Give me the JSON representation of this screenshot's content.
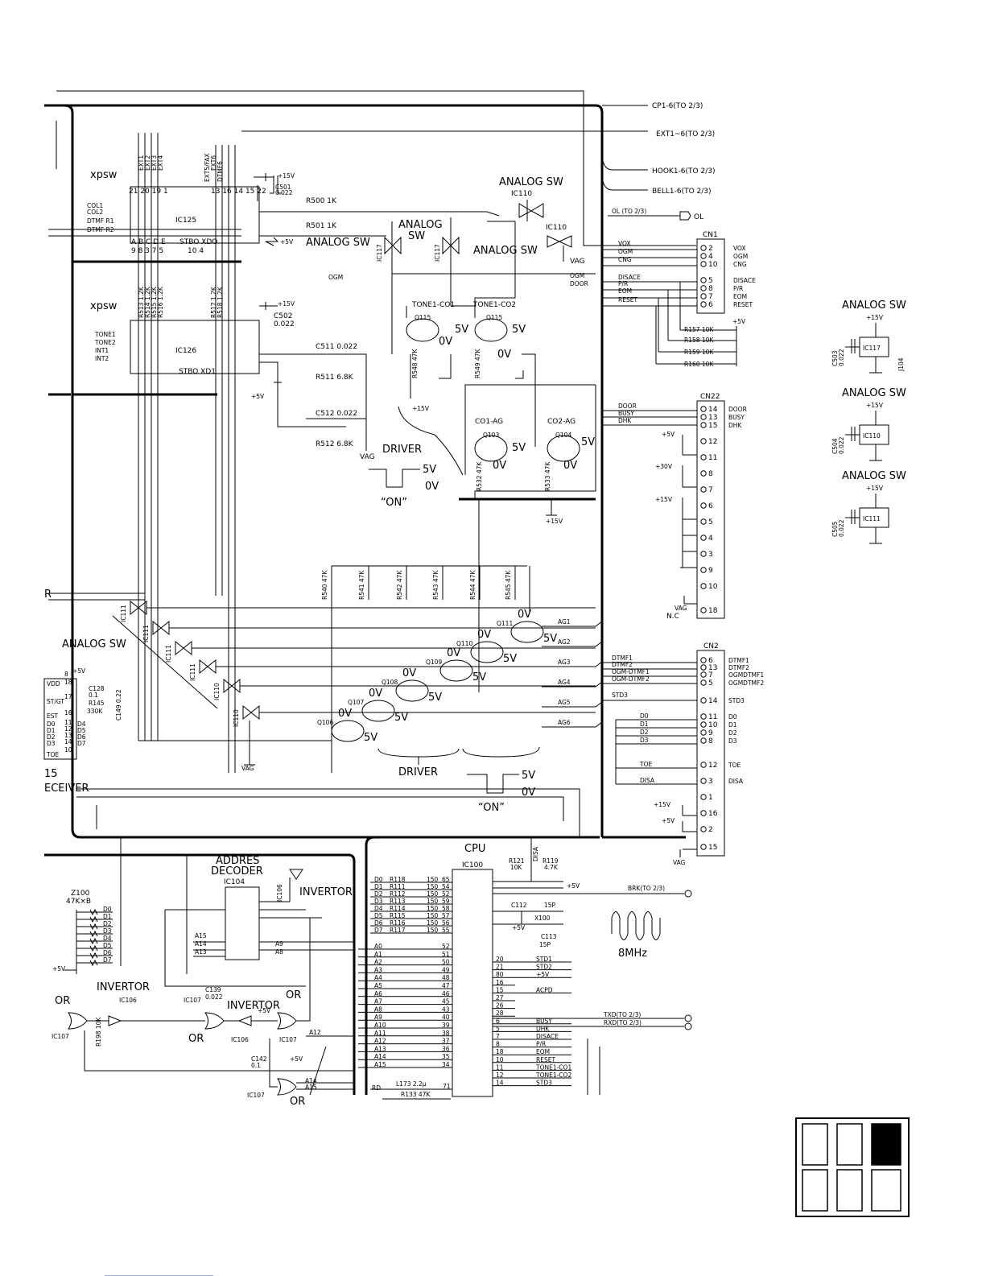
{
  "buses": {
    "cp": "CP1-6(TO 2/3)",
    "ext": "EXT1~6(TO 2/3)",
    "hook": "HOOK1-6(TO 2/3)",
    "bell": "BELL1-6(TO 2/3)",
    "ol_to": "OL (TO 2/3)",
    "ol": "OL",
    "brk": "BRK(TO 2/3)",
    "txd": "TXD(TO 2/3)",
    "rxd": "RXD(TO 2/3)"
  },
  "xpsw_top": {
    "label": "xpsw",
    "ic": "IC125",
    "pins_in": [
      "COL1",
      "COL2",
      "DTMF R1",
      "DTMF R2"
    ],
    "col_labels": [
      "EXT1",
      "EXT2",
      "EXT3",
      "EXT4",
      "EXT5/FAX",
      "EXT6",
      "DTMF6"
    ],
    "pin_nums": "21 20 19 1",
    "pin_nums_r": "13 16 14 15 22",
    "bottom_pins": "A B C D E",
    "bottom_nums": "9 8 3 7 5",
    "stb": "STBO XDO",
    "stb_nums": "10 4"
  },
  "xpsw_bottom": {
    "label": "xpsw",
    "ic": "IC126",
    "pins_in": [
      "TONE1",
      "TONE2",
      "INT1",
      "INT2"
    ],
    "resistors": [
      "R513 1.2K",
      "R514 1.2K",
      "R515 1.2K",
      "R516 1.2K",
      "R517 1.2K",
      "R518 1.2K"
    ],
    "stb": "STBO XD1"
  },
  "caps_top": {
    "c501": "C501",
    "c501v": "0.022",
    "c502": "C502",
    "c502v": "0.022",
    "p15": "+15V",
    "p5": "+5V"
  },
  "res_top": {
    "r500": "R500 1K",
    "r501": "R501 1K"
  },
  "analog_sw": {
    "a1": "ANALOG SW",
    "a2": "ANALOG SW",
    "a3": "ANALOG\nSW",
    "a4": "ANALOG SW",
    "ic110": "IC110",
    "ic117": "IC117"
  },
  "ogm": "OGM",
  "tone": {
    "t1": "TONE1-CO1",
    "t2": "TONE1-CO2",
    "q115a": "Q115",
    "q115b": "Q115",
    "v5": "5V",
    "v0": "0V",
    "r548": "R548 47K",
    "r549": "R549 47K",
    "p15": "+15V"
  },
  "cap511": {
    "c": "C511 0.022",
    "r": "R511 6.8K"
  },
  "cap512": {
    "c": "C512 0.022",
    "r": "R512 6.8K",
    "vag": "VAG"
  },
  "driver1": {
    "label": "DRIVER",
    "v5": "5V",
    "v0": "0V",
    "on": "“ON”"
  },
  "co": {
    "co1": "CO1-AG",
    "co2": "CO2-AG",
    "q103": "Q103",
    "q104": "Q104",
    "r532": "R532 47K",
    "r533": "R533 47K",
    "v5": "5V",
    "v0": "0V",
    "p15": "+15V"
  },
  "cn1": {
    "name": "CN1",
    "pins": [
      {
        "n": "2",
        "sig": "VOX"
      },
      {
        "n": "4",
        "sig": "OGM"
      },
      {
        "n": "10",
        "sig": "CNG"
      },
      {
        "n": "5",
        "sig": "DISACE"
      },
      {
        "n": "8",
        "sig": "P/R"
      },
      {
        "n": "7",
        "sig": "EOM"
      },
      {
        "n": "6",
        "sig": "RESET"
      }
    ],
    "lines": [
      "VOX",
      "OGM",
      "CNG",
      "OGM",
      "DOOR",
      "DISACE",
      "P/R",
      "EOM",
      "RESET"
    ],
    "res": [
      "R157 10K",
      "R158 10K",
      "R159 10K",
      "R160 10K"
    ],
    "p5": "+5V"
  },
  "cn22": {
    "name": "CN22",
    "pins": [
      {
        "n": "14",
        "sig": "DOOR"
      },
      {
        "n": "13",
        "sig": "BUSY"
      },
      {
        "n": "15",
        "sig": "DHK"
      },
      {
        "n": "12",
        "sig": ""
      },
      {
        "n": "11",
        "sig": ""
      },
      {
        "n": "8",
        "sig": ""
      },
      {
        "n": "7",
        "sig": ""
      },
      {
        "n": "6",
        "sig": ""
      },
      {
        "n": "5",
        "sig": ""
      },
      {
        "n": "4",
        "sig": ""
      },
      {
        "n": "3",
        "sig": ""
      },
      {
        "n": "9",
        "sig": ""
      },
      {
        "n": "10",
        "sig": ""
      },
      {
        "n": "18",
        "sig": ""
      }
    ],
    "lines": [
      "DOOR",
      "BUSY",
      "DHK"
    ],
    "p5": "+5V",
    "p30": "+30V",
    "p15": "+15V",
    "vag": "VAG",
    "nc": "N.C"
  },
  "cn2": {
    "name": "CN2",
    "pins": [
      {
        "n": "6",
        "sig": "DTMF1"
      },
      {
        "n": "13",
        "sig": "DTMF2"
      },
      {
        "n": "7",
        "sig": "OGMDTMF1"
      },
      {
        "n": "5",
        "sig": "OGMDTMF2"
      },
      {
        "n": "14",
        "sig": "STD3"
      },
      {
        "n": "11",
        "sig": "D0"
      },
      {
        "n": "10",
        "sig": "D1"
      },
      {
        "n": "9",
        "sig": "D2"
      },
      {
        "n": "8",
        "sig": "D3"
      },
      {
        "n": "12",
        "sig": "TOE"
      },
      {
        "n": "3",
        "sig": "DISA"
      },
      {
        "n": "1",
        "sig": ""
      },
      {
        "n": "16",
        "sig": ""
      },
      {
        "n": "2",
        "sig": ""
      },
      {
        "n": "15",
        "sig": ""
      }
    ],
    "lines": [
      "DTMF1",
      "DTMF2",
      "OGM-DTMF1",
      "OGM-DTMF2",
      "STD3",
      "D0",
      "D1",
      "D2",
      "D3",
      "TOE",
      "DISA"
    ],
    "p15": "+15V",
    "p5": "+5V",
    "vag": "VAG"
  },
  "side_sw": [
    {
      "title": "ANALOG SW",
      "ic": "IC117",
      "c": "C503",
      "cv": "0.022",
      "p15": "+15V",
      "extra": "J104"
    },
    {
      "title": "ANALOG SW",
      "ic": "IC110",
      "c": "C504",
      "cv": "0.022",
      "p15": "+15V",
      "extra": ""
    },
    {
      "title": "ANALOG SW",
      "ic": "IC111",
      "c": "C505",
      "cv": "0.022",
      "p15": "+15V",
      "extra": ""
    }
  ],
  "drivers2": {
    "res": [
      "R540 47K",
      "R541 47K",
      "R542 47K",
      "R543 47K",
      "R544 47K",
      "R545 47K"
    ],
    "q": [
      "Q106",
      "Q107",
      "Q108",
      "Q109",
      "Q110",
      "Q111"
    ],
    "ag": [
      "AG1",
      "AG2",
      "AG3",
      "AG4",
      "AG5",
      "AG6"
    ],
    "label": "DRIVER",
    "v5": "5V",
    "v0": "0V",
    "on": "“ON”"
  },
  "left_sw": {
    "label": "ANALOG SW",
    "ics": [
      "IC111",
      "IC111",
      "IC111",
      "IC111",
      "IC110",
      "IC110"
    ],
    "vag": "VAG",
    "r": "R"
  },
  "receiver": {
    "pins": [
      "8",
      "18",
      "17",
      "16",
      "11",
      "12",
      "13",
      "14",
      "10"
    ],
    "sigs": [
      "VDD",
      "ST/GT",
      "EST",
      "D0",
      "D1",
      "D2",
      "D3",
      "TOE"
    ],
    "c128": "C128",
    "c128v": "0.1",
    "r145": "R145",
    "r145v": "330K",
    "c149": "C149 0.22",
    "p5": "+5V",
    "d": [
      "D4",
      "D5",
      "D6",
      "D7"
    ],
    "num": "15",
    "label": "ECEIVER"
  },
  "decoder": {
    "title1": "ADDRES",
    "title2": "DECODER",
    "ic": "IC104",
    "a": [
      "A15",
      "A14",
      "A13"
    ],
    "out": [
      "A9",
      "A8"
    ],
    "inv": "INVERTOR",
    "ic106": "IC106"
  },
  "z100": {
    "label": "Z100",
    "val": "47K×B",
    "d": [
      "D0",
      "D1",
      "D2",
      "D3",
      "D4",
      "D5",
      "D6",
      "D7"
    ],
    "p5": "+5V"
  },
  "logic": {
    "or1": "OR",
    "inv1": "INVERTOR",
    "ic106a": "IC106",
    "ic107a": "IC107",
    "r198": "R198 10K",
    "ic107b": "IC107",
    "or2": "OR",
    "inv2": "INVERTOR",
    "ic106b": "IC106",
    "ic107c": "IC107",
    "or3": "OR",
    "c139": "C139",
    "c139v": "0.022",
    "c142": "C142",
    "c142v": "0.1",
    "p5": "+5V",
    "a12": "A12",
    "a14": "A14",
    "a15": "A15",
    "or4": "OR"
  },
  "cpu": {
    "title": "CPU",
    "ic": "IC100",
    "r121": "R121",
    "r121v": "10K",
    "r119": "R119",
    "r119v": "4.7K",
    "disa": "DISA",
    "p5": "+5V",
    "c112": "C112",
    "c112v": "15P",
    "x100": "X100",
    "c113": "C113",
    "c113v": "15P",
    "freq": "8MHz",
    "dlines": [
      {
        "d": "D0",
        "r": "R118",
        "v": "150",
        "p": "65"
      },
      {
        "d": "D1",
        "r": "R111",
        "v": "150",
        "p": "54"
      },
      {
        "d": "D2",
        "r": "R112",
        "v": "150",
        "p": "52"
      },
      {
        "d": "D3",
        "r": "R113",
        "v": "150",
        "p": "59"
      },
      {
        "d": "D4",
        "r": "R114",
        "v": "150",
        "p": "58"
      },
      {
        "d": "D5",
        "r": "R115",
        "v": "150",
        "p": "57"
      },
      {
        "d": "D6",
        "r": "R116",
        "v": "150",
        "p": "56"
      },
      {
        "d": "D7",
        "r": "R117",
        "v": "150",
        "p": "55"
      }
    ],
    "alines": [
      {
        "a": "A0",
        "p": "52"
      },
      {
        "a": "A1",
        "p": "51"
      },
      {
        "a": "A2",
        "p": "50"
      },
      {
        "a": "A3",
        "p": "49"
      },
      {
        "a": "A4",
        "p": "48"
      },
      {
        "a": "A5",
        "p": "47"
      },
      {
        "a": "A6",
        "p": "46"
      },
      {
        "a": "A7",
        "p": "45"
      },
      {
        "a": "A8",
        "p": "43"
      },
      {
        "a": "A9",
        "p": "40"
      },
      {
        "a": "A10",
        "p": "39"
      },
      {
        "a": "A11",
        "p": "38"
      },
      {
        "a": "A12",
        "p": "37"
      },
      {
        "a": "A13",
        "p": "36"
      },
      {
        "a": "A14",
        "p": "35"
      },
      {
        "a": "A15",
        "p": "34"
      }
    ],
    "right": [
      {
        "p": "20",
        "s": "STD1"
      },
      {
        "p": "21",
        "s": "STD2"
      },
      {
        "p": "80",
        "s": "+5V"
      },
      {
        "p": "16",
        "s": ""
      },
      {
        "p": "15",
        "s": "ACPD"
      },
      {
        "p": "27",
        "s": ""
      },
      {
        "p": "26",
        "s": ""
      },
      {
        "p": "28",
        "s": ""
      },
      {
        "p": "6",
        "s": "BUSY"
      },
      {
        "p": "5",
        "s": "DHK"
      },
      {
        "p": "7",
        "s": "DISACE"
      },
      {
        "p": "8",
        "s": "P/R"
      },
      {
        "p": "18",
        "s": "EOM"
      },
      {
        "p": "10",
        "s": "RESET"
      },
      {
        "p": "11",
        "s": "TONE1-CO1"
      },
      {
        "p": "12",
        "s": "TONE1-CO2"
      },
      {
        "p": "14",
        "s": "STD3"
      }
    ],
    "rd": "RD",
    "l173": "L173 2.2μ",
    "p71": "71",
    "r133": "R133 47K"
  }
}
